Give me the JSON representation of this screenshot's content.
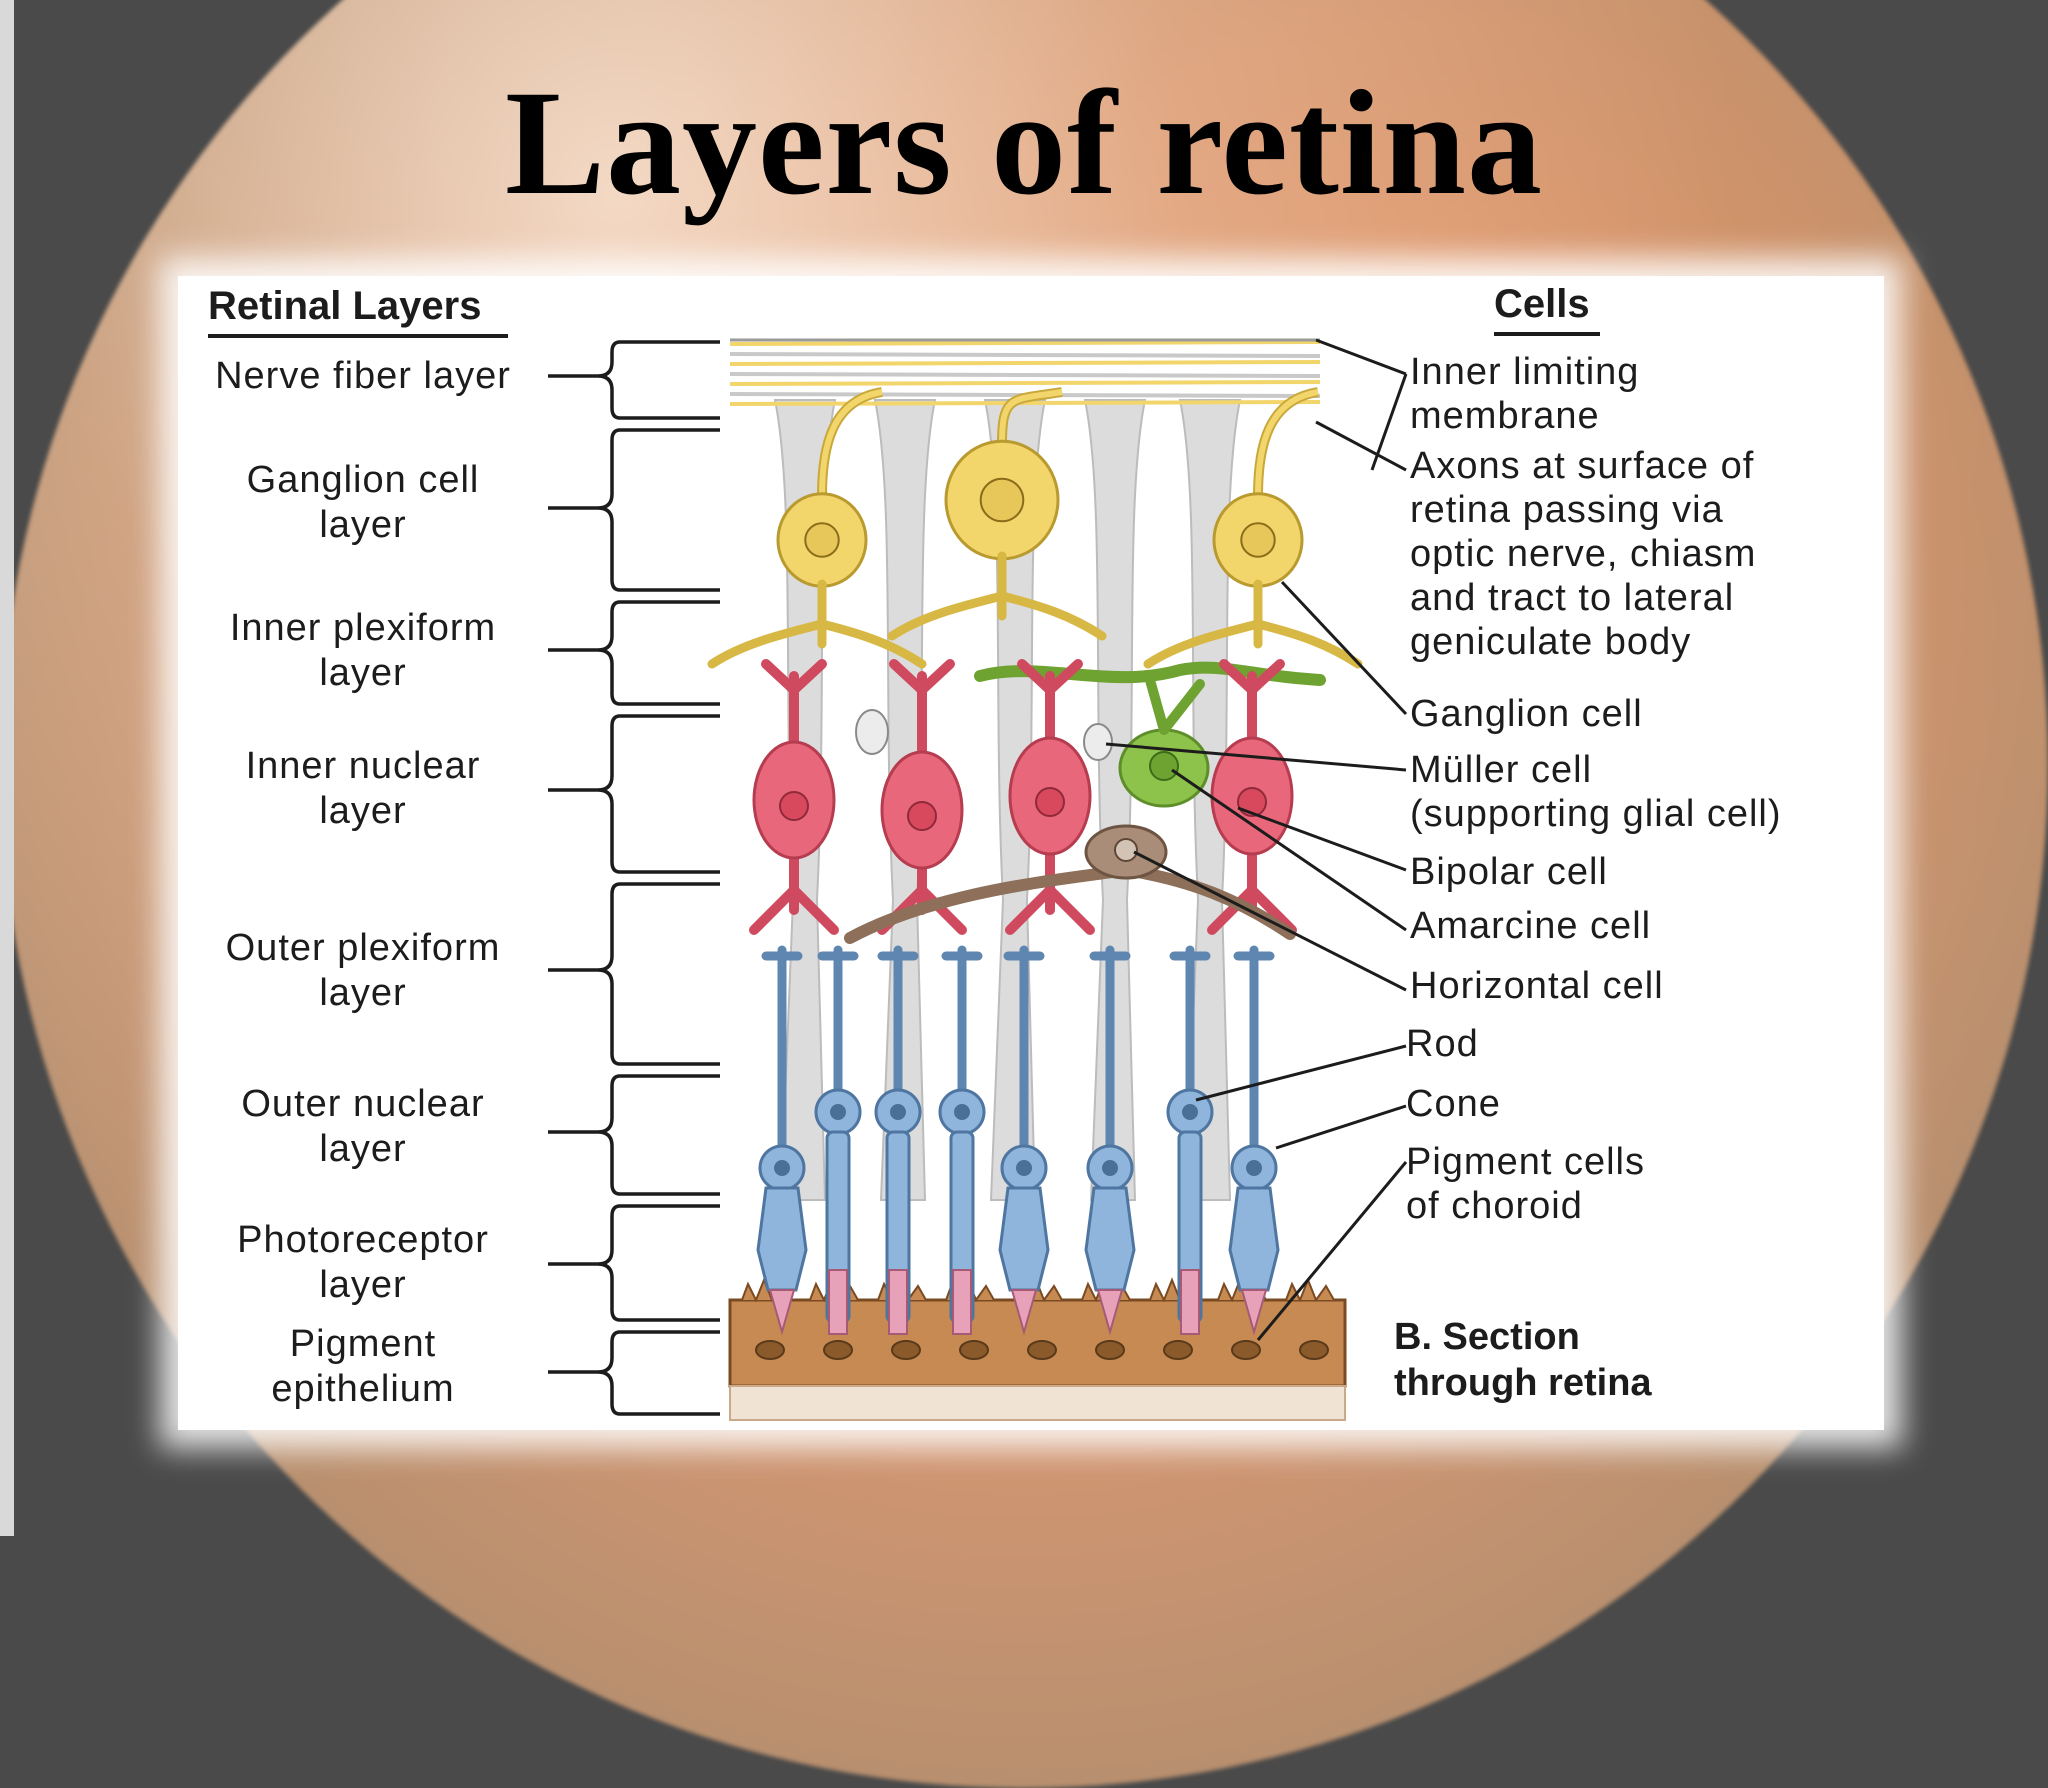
{
  "title": "Layers of retina",
  "panel": {
    "left_header": "Retinal Layers",
    "right_header": "Cells",
    "layers": [
      [
        "Nerve fiber layer"
      ],
      [
        "Ganglion cell",
        "layer"
      ],
      [
        "Inner plexiform",
        "layer"
      ],
      [
        "Inner nuclear",
        "layer"
      ],
      [
        "Outer plexiform",
        "layer"
      ],
      [
        "Outer nuclear",
        "layer"
      ],
      [
        "Photoreceptor",
        "layer"
      ],
      [
        "Pigment",
        "epithelium"
      ]
    ],
    "cells": [
      [
        "Inner limiting",
        "membrane"
      ],
      [
        "Axons at surface of",
        "retina passing via",
        "optic nerve, chiasm",
        "and tract to lateral",
        "geniculate body"
      ],
      [
        "Ganglion cell"
      ],
      [
        "Müller cell",
        "(supporting glial cell)"
      ],
      [
        "Bipolar cell"
      ],
      [
        "Amarcine cell"
      ],
      [
        "Horizontal cell"
      ],
      [
        "Rod"
      ],
      [
        "Cone"
      ],
      [
        "Pigment cells",
        "of choroid"
      ]
    ],
    "caption": [
      "B. Section",
      "through retina"
    ]
  },
  "colors": {
    "ganglion": "#f2d56b",
    "muller": "#d9d9d9",
    "bipolar": "#e8677a",
    "amacrine": "#8dc34a",
    "horizontal": "#a98d78",
    "photoreceptor": "#8fb5dc",
    "pigment": "#c68a52"
  }
}
